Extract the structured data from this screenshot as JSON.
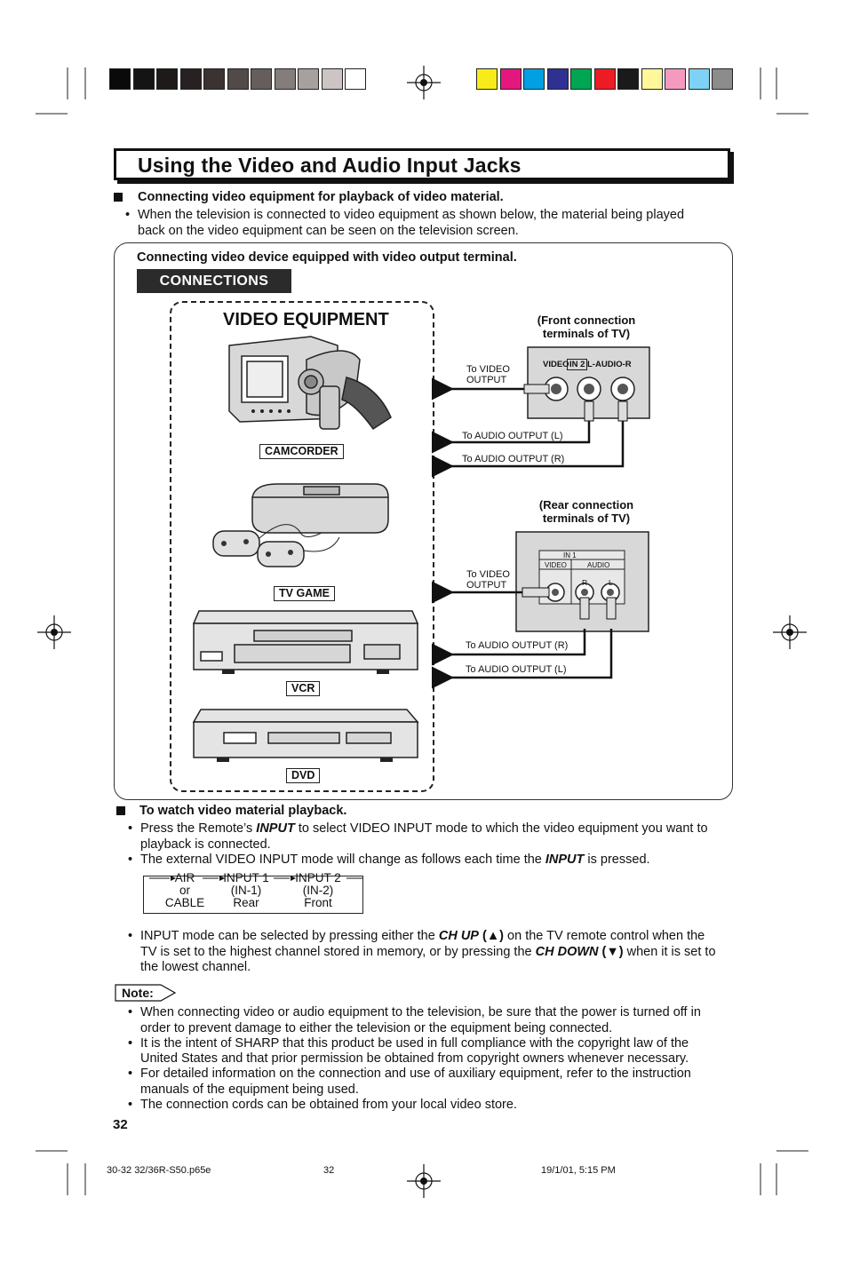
{
  "title": "Using the Video and Audio Input Jacks",
  "section1": {
    "heading": "Connecting video equipment for playback of video material.",
    "bullet_line1": "When the television is connected to video equipment as shown below, the material being played",
    "bullet_line2": "back on the video equipment can be seen on the television screen."
  },
  "diagram": {
    "subheading": "Connecting video device equipped with video output terminal.",
    "connections_label": "CONNECTIONS",
    "video_equipment_title": "VIDEO EQUIPMENT",
    "devices": [
      "CAMCORDER",
      "TV GAME",
      "VCR",
      "DVD"
    ],
    "front_title_1": "(Front connection",
    "front_title_2": "terminals of TV)",
    "front_panel_video": "VIDEO",
    "front_panel_in": "IN 2",
    "front_panel_audio": "L-AUDIO-R",
    "front_to_video_1": "To VIDEO",
    "front_to_video_2": "OUTPUT",
    "front_audio_l": "To AUDIO OUTPUT (L)",
    "front_audio_r": "To AUDIO OUTPUT (R)",
    "rear_title_1": "(Rear connection",
    "rear_title_2": "terminals of TV)",
    "rear_panel_in": "IN 1",
    "rear_panel_video": "VIDEO",
    "rear_panel_audio": "AUDIO",
    "rear_panel_r": "R",
    "rear_panel_l": "L",
    "rear_to_video_1": "To VIDEO",
    "rear_to_video_2": "OUTPUT",
    "rear_audio_r": "To AUDIO OUTPUT (R)",
    "rear_audio_l": "To AUDIO OUTPUT (L)"
  },
  "section2": {
    "heading": "To watch video material playback.",
    "b1_pre": "Press the Remote’s ",
    "b1_key": "INPUT",
    "b1_post": " to select VIDEO INPUT mode to which the video equipment you want to",
    "b1_line2": "playback is connected.",
    "b2_pre": "The external VIDEO INPUT mode will change as follows each time the ",
    "b2_key": "INPUT",
    "b2_post": " is pressed.",
    "flow": [
      {
        "l1": "AIR",
        "l2": "or",
        "l3": "CABLE"
      },
      {
        "l1": "INPUT 1",
        "l2": "(IN-1)",
        "l3": "Rear"
      },
      {
        "l1": "INPUT 2",
        "l2": "(IN-2)",
        "l3": "Front"
      }
    ],
    "b3_pre": "INPUT mode can be selected by pressing either the ",
    "b3_key1": "CH UP",
    "b3_sym1": " (▲)",
    "b3_mid": " on the TV remote control when the",
    "b3_line2_pre": "TV is set to the highest channel stored in memory, or by pressing the ",
    "b3_key2": "CH DOWN",
    "b3_sym2": " (▼)",
    "b3_line2_post": " when it is set to",
    "b3_line3": "the lowest channel."
  },
  "note": {
    "label": "Note:",
    "items": [
      [
        "When connecting video or audio equipment to the television, be sure that the power is turned off in",
        "order to prevent damage to either the television or the equipment being connected."
      ],
      [
        "It is the intent of SHARP that this product be used in full compliance with the copyright law of the",
        "United States and that prior permission be obtained from copyright owners whenever necessary."
      ],
      [
        "For detailed information on the connection and use of auxiliary equipment, refer to the instruction",
        "manuals of the equipment being used."
      ],
      [
        "The connection cords can be obtained from your local video store."
      ]
    ]
  },
  "page_number": "32",
  "footer": {
    "file": "30-32 32/36R-S50.p65e",
    "page": "32",
    "date": "19/1/01, 5:15 PM"
  },
  "colors": {
    "gray_bar": [
      "#0a0a0a",
      "#141414",
      "#1d1a19",
      "#272221",
      "#3a3331",
      "#514a48",
      "#665e5c",
      "#857d7b",
      "#a8a09e",
      "#ccc5c3",
      "#ffffff"
    ],
    "color_bar": [
      "#f7ec1a",
      "#e4177f",
      "#00a0e2",
      "#2e3192",
      "#00a651",
      "#ed1c24",
      "#1a1a1a",
      "#fff799",
      "#f49ac1",
      "#7dd2f5",
      "#8c8c8c"
    ]
  }
}
